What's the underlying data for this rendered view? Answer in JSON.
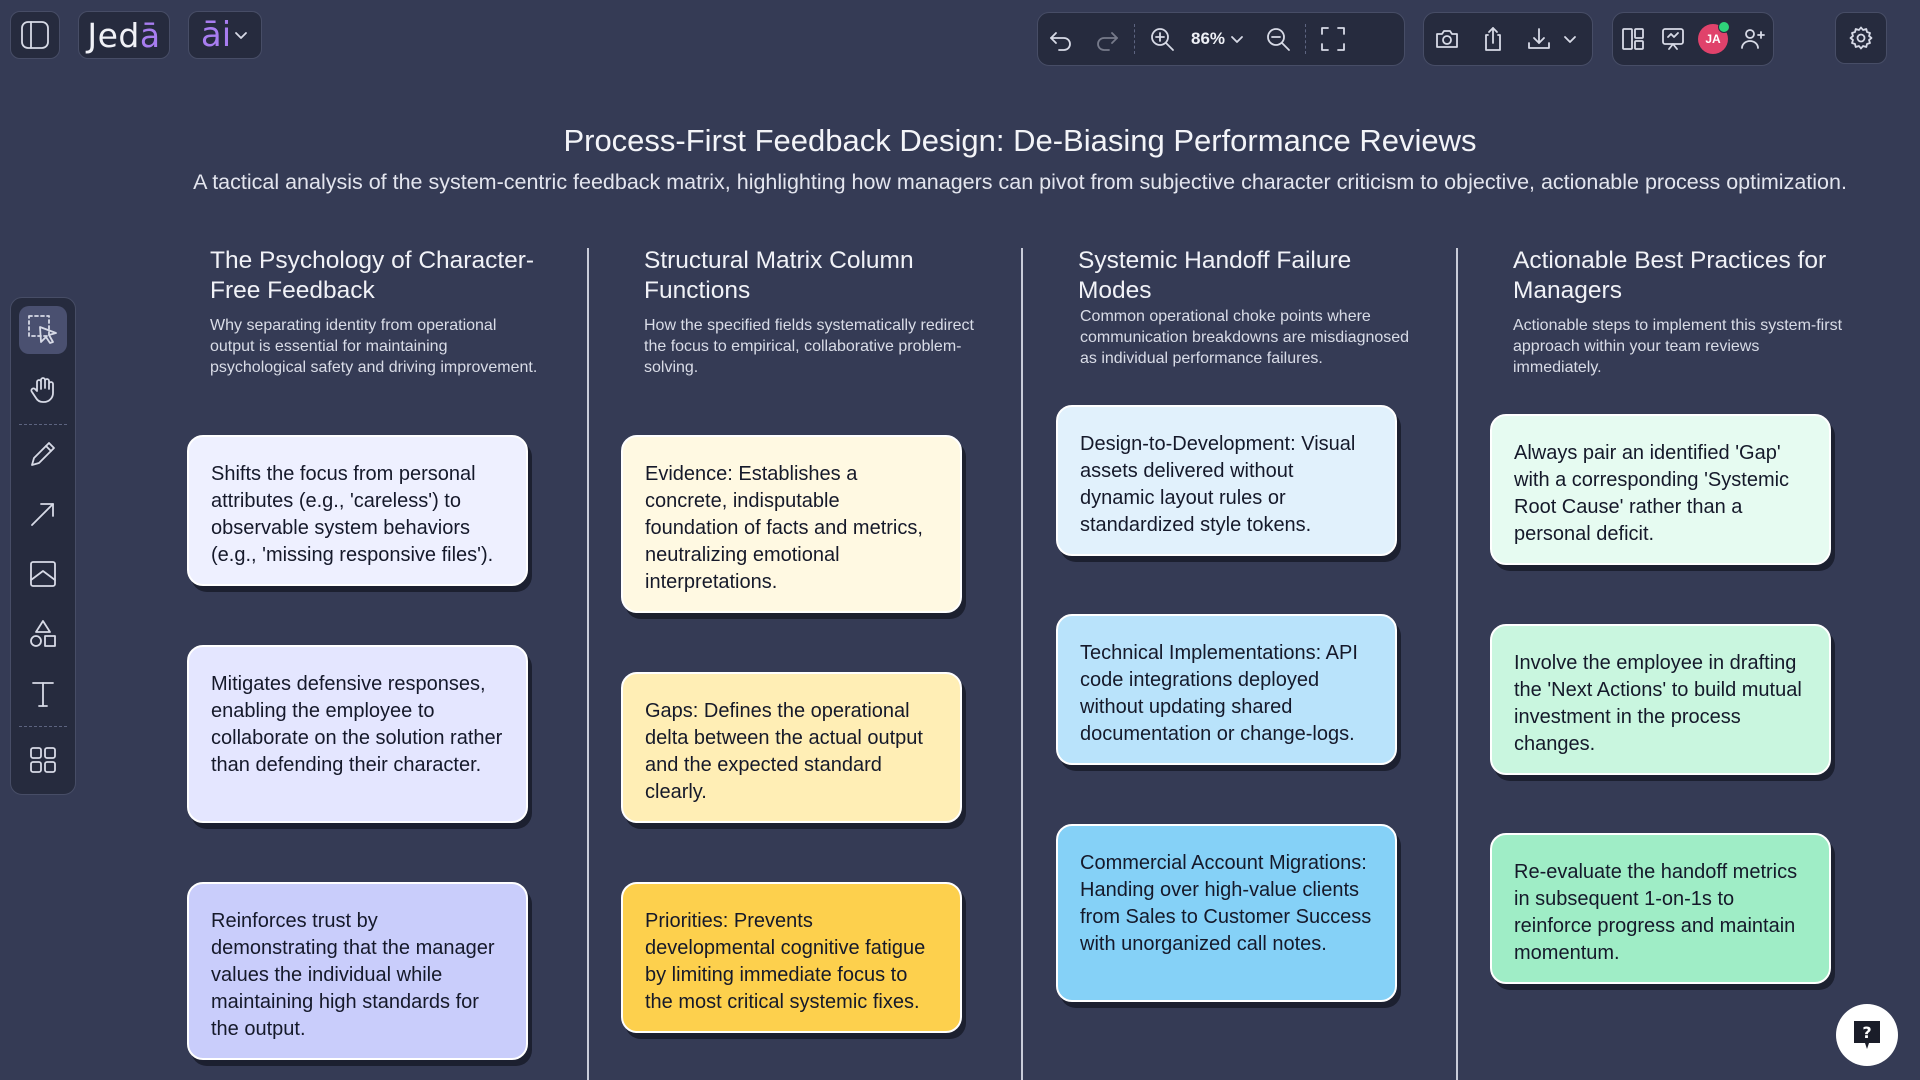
{
  "app": {
    "logo_main": "Jed",
    "logo_accent": "ā",
    "ai_label": "āi"
  },
  "toolbar": {
    "zoom": "86%",
    "avatar_initials": "JA"
  },
  "canvas": {
    "title": "Process-First Feedback Design: De-Biasing Performance Reviews",
    "subtitle": "A tactical analysis of the system-centric feedback matrix, highlighting how managers can pivot from subjective character criticism to objective, actionable process optimization.",
    "columns": [
      {
        "heading": "The Psychology of Character-Free Feedback",
        "description": "Why separating identity from operational output is essential for maintaining psychological safety and driving improvement.",
        "cards": [
          "Shifts the focus from personal attributes (e.g., 'careless') to observable system behaviors (e.g., 'missing responsive files').",
          "Mitigates defensive responses, enabling the employee to collaborate on the solution rather than defending their character.",
          "Reinforces trust by demonstrating that the manager values the individual while maintaining high standards for the output."
        ]
      },
      {
        "heading": "Structural Matrix Column Functions",
        "description": "How the specified fields systematically redirect the focus to empirical, collaborative problem-solving.",
        "cards": [
          "Evidence: Establishes a concrete, indisputable foundation of facts and metrics, neutralizing emotional interpretations.",
          "Gaps: Defines the operational delta between the actual output and the expected standard clearly.",
          "Priorities: Prevents developmental cognitive fatigue by limiting immediate focus to the most critical systemic fixes."
        ]
      },
      {
        "heading": "Systemic Handoff Failure Modes",
        "description": "Common operational choke points where communication breakdowns are misdiagnosed as individual performance failures.",
        "cards": [
          "Design-to-Development: Visual assets delivered without dynamic layout rules or standardized style tokens.",
          "Technical Implementations: API code integrations deployed without updating shared documentation or change-logs.",
          "Commercial Account Migrations: Handing over high-value clients from Sales to Customer Success with unorganized call notes."
        ]
      },
      {
        "heading": "Actionable Best Practices for Managers",
        "description": "Actionable steps to implement this system-first approach within your team reviews immediately.",
        "cards": [
          "Always pair an identified 'Gap' with a corresponding 'Systemic Root Cause' rather than a personal deficit.",
          "Involve the employee in drafting the 'Next Actions' to build mutual investment in the process changes.",
          "Re-evaluate the handoff metrics in subsequent 1-on-1s to reinforce progress and maintain momentum."
        ]
      }
    ]
  },
  "colors": {
    "background": "#353b55",
    "col1_cards": [
      "#eef0ff",
      "#e4e6ff",
      "#c9cdfb"
    ],
    "col2_cards": [
      "#fff9e2",
      "#ffeeb5",
      "#fdd04d"
    ],
    "col3_cards": [
      "#e1f1fc",
      "#b9e3fb",
      "#85d1f7"
    ],
    "col4_cards": [
      "#e6fbf1",
      "#c9f6df",
      "#9fedc6"
    ]
  }
}
